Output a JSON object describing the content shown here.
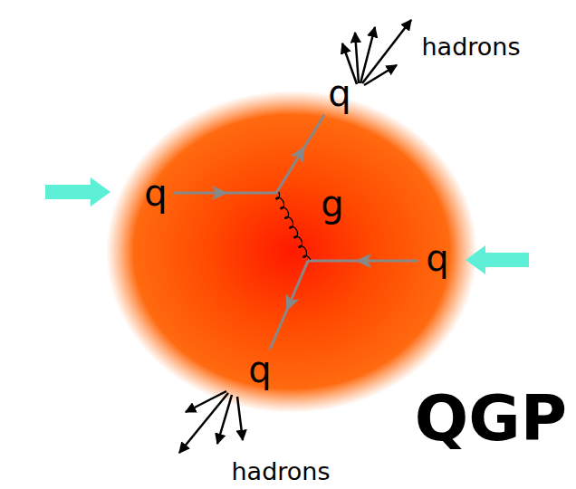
{
  "diagram": {
    "labels": [
      "q",
      "q",
      "g",
      "q",
      "q",
      "hadrons",
      "hadrons",
      "QGP"
    ]
  }
}
